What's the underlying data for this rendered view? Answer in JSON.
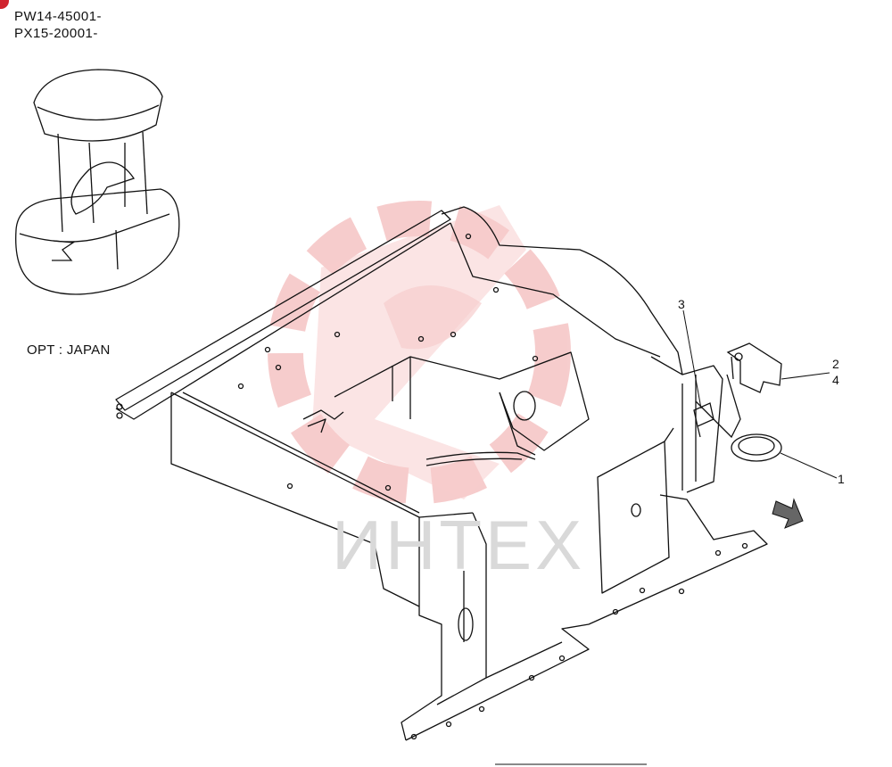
{
  "header": {
    "serial_1": "PW14-45001-",
    "serial_2": "PX15-20001-"
  },
  "option_note": "OPT : JAPAN",
  "callouts": [
    {
      "id": "callout-1",
      "label": "1"
    },
    {
      "id": "callout-2",
      "label": "2"
    },
    {
      "id": "callout-3",
      "label": "3"
    },
    {
      "id": "callout-4",
      "label": "4"
    }
  ],
  "watermark": {
    "text": "ИНТЕХ",
    "color": "#f3b8b8"
  },
  "colors": {
    "line": "#111111",
    "corner_mark": "#d0242f",
    "watermark_text": "#d9d9d9"
  }
}
